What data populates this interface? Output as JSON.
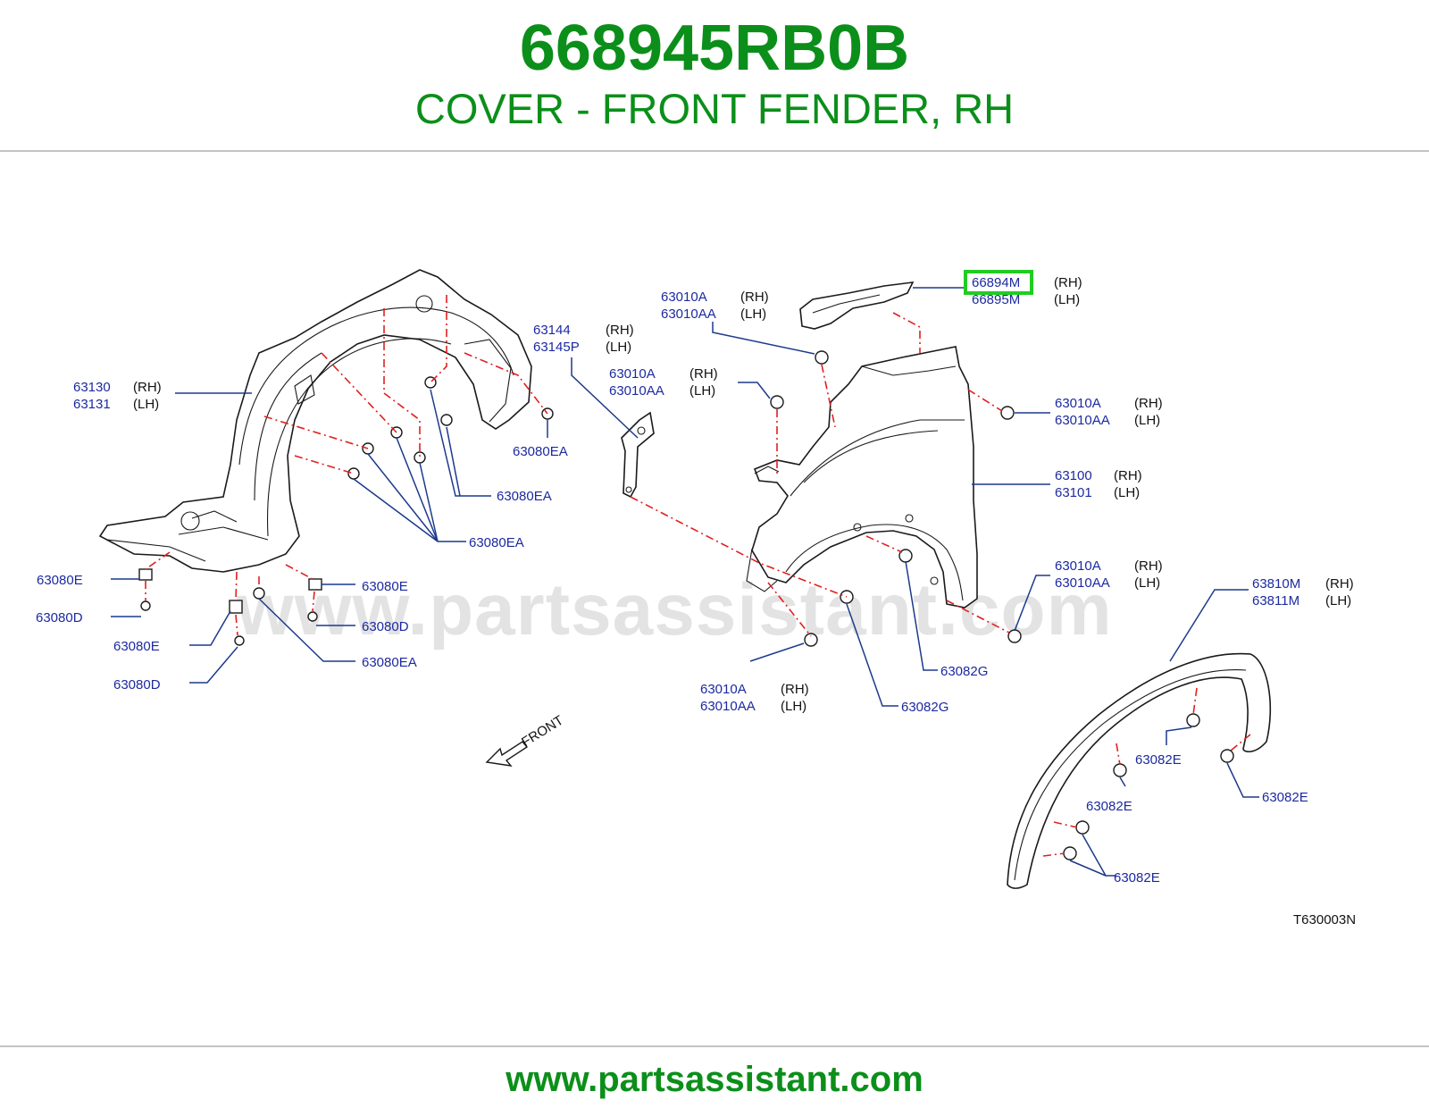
{
  "header": {
    "part_number": "668945RB0B",
    "part_title": "COVER - FRONT FENDER, RH"
  },
  "footer": {
    "url": "www.partsassistant.com"
  },
  "diagram": {
    "watermark": "www.partsassistant.com",
    "figure_code": "T630003N",
    "front_label": "FRONT",
    "colors": {
      "title_green": "#0b8f1a",
      "label_blue": "#1c2aa0",
      "leader_blue": "#1c3a8c",
      "dash_red": "#e02020",
      "highlight_green": "#22cc22"
    },
    "labels": {
      "l66894m": "66894M",
      "l66894m_side": "(RH)",
      "l66895m": "66895M",
      "l66895m_side": "(LH)",
      "a_top_1": "63010A",
      "a_top_1_side": "(RH)",
      "a_top_2": "63010AA",
      "a_top_2_side": "(LH)",
      "l63144": "63144",
      "l63144_side": "(RH)",
      "l63145p": "63145P",
      "l63145p_side": "(LH)",
      "a_mid_1": "63010A",
      "a_mid_1_side": "(RH)",
      "a_mid_2": "63010AA",
      "a_mid_2_side": "(LH)",
      "a_right_1": "63010A",
      "a_right_1_side": "(RH)",
      "a_right_2": "63010AA",
      "a_right_2_side": "(LH)",
      "l63130": "63130",
      "l63130_side": "(RH)",
      "l63131": "63131",
      "l63131_side": "(LH)",
      "ea_1": "63080EA",
      "ea_2": "63080EA",
      "ea_3": "63080EA",
      "ea_4": "63080EA",
      "l63100": "63100",
      "l63100_side": "(RH)",
      "l63101": "63101",
      "l63101_side": "(LH)",
      "e_1": "63080E",
      "e_2": "63080E",
      "e_3": "63080E",
      "d_1": "63080D",
      "d_2": "63080D",
      "d_3": "63080D",
      "a_lowr_1": "63010A",
      "a_lowr_1_side": "(RH)",
      "a_lowr_2": "63010AA",
      "a_lowr_2_side": "(LH)",
      "a_bot_1": "63010A",
      "a_bot_1_side": "(RH)",
      "a_bot_2": "63010AA",
      "a_bot_2_side": "(LH)",
      "g_1": "63082G",
      "g_2": "63082G",
      "l63810m": "63810M",
      "l63810m_side": "(RH)",
      "l63811m": "63811M",
      "l63811m_side": "(LH)",
      "e82_1": "63082E",
      "e82_2": "63082E",
      "e82_3": "63082E",
      "e82_4": "63082E"
    }
  }
}
